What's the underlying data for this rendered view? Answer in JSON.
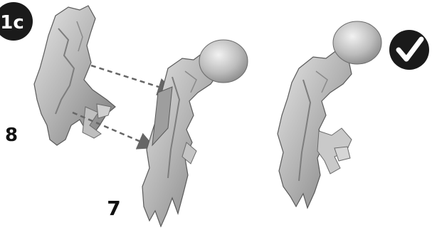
{
  "step_badge": {
    "label": "1c"
  },
  "part_labels": {
    "left_part": "8",
    "center_part": "7"
  },
  "check_badge": {
    "icon": "checkmark-icon"
  },
  "colors": {
    "badge_fill": "#1a1a1a",
    "badge_text": "#ffffff",
    "part_light": "#d9d9d9",
    "part_mid": "#a8a8a8",
    "part_dark": "#6e6e6e",
    "arrow": "#666666",
    "label": "#111111"
  }
}
